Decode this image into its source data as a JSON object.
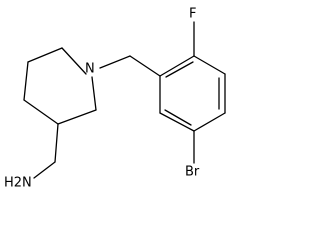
{
  "atoms": {
    "nitrogen": "N",
    "fluorine": "F",
    "bromine": "Br",
    "amine": "H2N"
  }
}
